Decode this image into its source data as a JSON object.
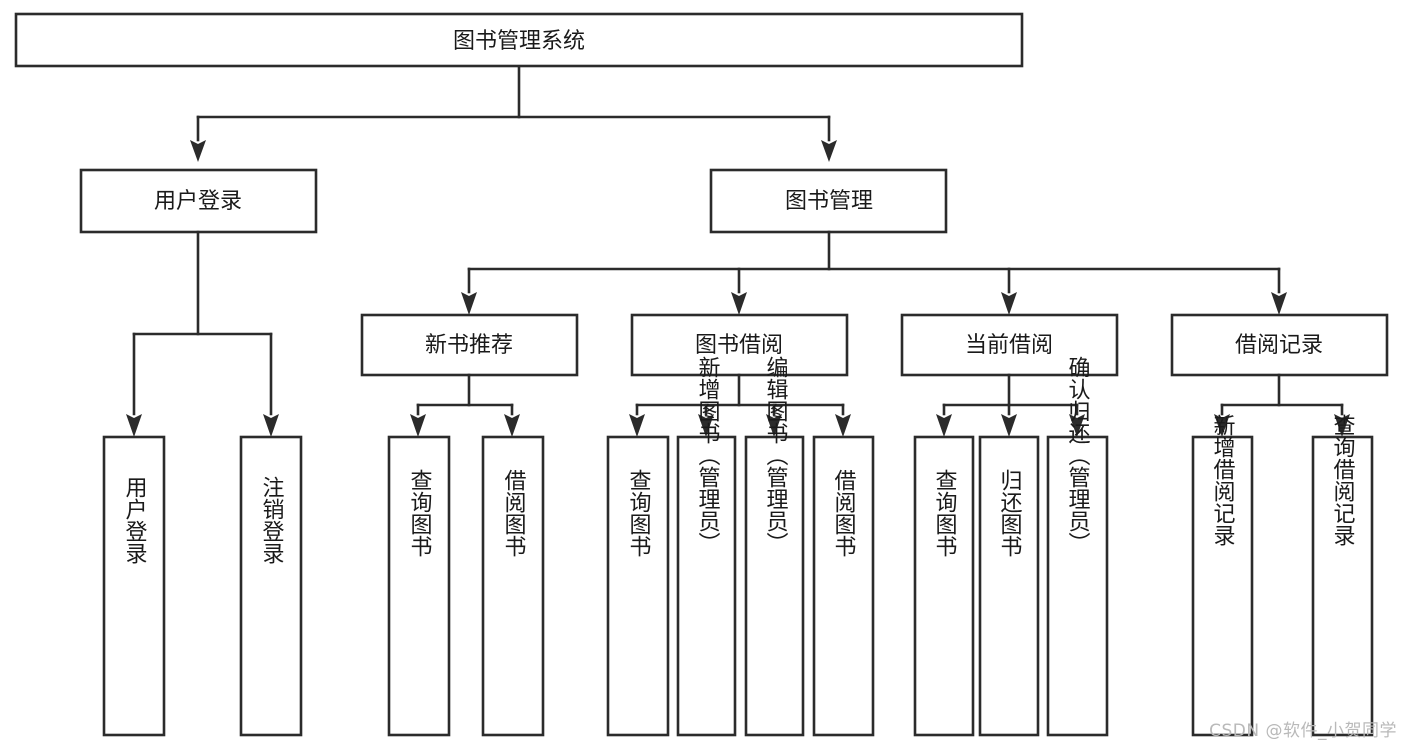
{
  "diagram": {
    "type": "tree-hierarchy",
    "title": "图书管理系统",
    "watermark": "CSDN @软件_小贺同学",
    "colors": {
      "stroke": "#2b2b2b",
      "fill": "#ffffff",
      "text": "#1a1a1a",
      "watermark": "#b9b9b9",
      "background": "#ffffff"
    },
    "nodes": {
      "root": {
        "label": "图书管理系统"
      },
      "level2": [
        {
          "id": "user-login",
          "label": "用户登录"
        },
        {
          "id": "book-management",
          "label": "图书管理"
        }
      ],
      "level3": [
        {
          "id": "new-book-recommend",
          "label": "新书推荐"
        },
        {
          "id": "book-borrow",
          "label": "图书借阅"
        },
        {
          "id": "current-borrow",
          "label": "当前借阅"
        },
        {
          "id": "borrow-record",
          "label": "借阅记录"
        }
      ],
      "leaves": {
        "user_login": [
          {
            "id": "leaf-user-login",
            "label": "用户登录"
          },
          {
            "id": "leaf-logout-login",
            "label": "注销登录"
          }
        ],
        "new_book_recommend": [
          {
            "id": "leaf-query-book-1",
            "label": "查询图书"
          },
          {
            "id": "leaf-borrow-book-1",
            "label": "借阅图书"
          }
        ],
        "book_borrow": [
          {
            "id": "leaf-query-book-2",
            "label": "查询图书"
          },
          {
            "id": "leaf-add-book",
            "label": "新增图书（管理员）"
          },
          {
            "id": "leaf-edit-book",
            "label": "编辑图书（管理员）"
          },
          {
            "id": "leaf-borrow-book-2",
            "label": "借阅图书"
          }
        ],
        "current_borrow": [
          {
            "id": "leaf-query-book-3",
            "label": "查询图书"
          },
          {
            "id": "leaf-return-book",
            "label": "归还图书"
          },
          {
            "id": "leaf-confirm-return",
            "label": "确认归还（管理员）"
          }
        ],
        "borrow_record": [
          {
            "id": "leaf-add-record",
            "label": "新增借阅记录"
          },
          {
            "id": "leaf-query-record",
            "label": "查询借阅记录"
          }
        ]
      }
    }
  }
}
